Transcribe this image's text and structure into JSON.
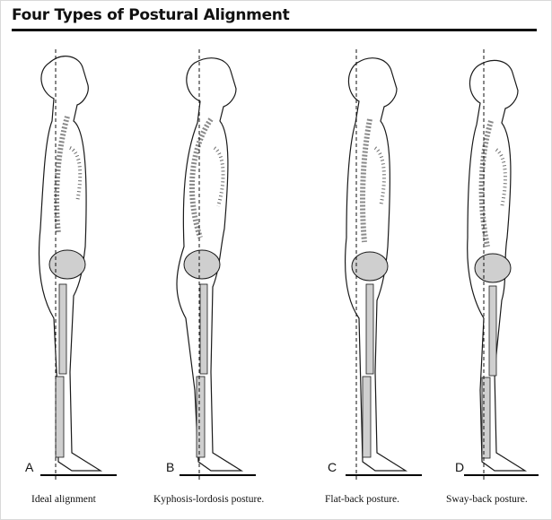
{
  "title": "Four Types of Postural Alignment",
  "figures": [
    {
      "letter": "A",
      "caption": "Ideal alignment"
    },
    {
      "letter": "B",
      "caption": "Kyphosis-lordosis posture."
    },
    {
      "letter": "C",
      "caption": "Flat-back posture."
    },
    {
      "letter": "D",
      "caption": "Sway-back posture."
    }
  ],
  "colors": {
    "line": "#1a1a1a",
    "bone": "#cfcfcf",
    "ground": "#000000"
  }
}
